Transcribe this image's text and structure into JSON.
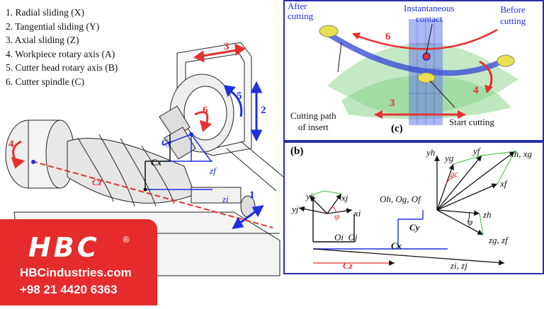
{
  "legend": [
    "1. Radial sliding (X)",
    "2. Tangential sliding (Y)",
    "3. Axial sliding (Z)",
    "4. Workpiece rotary axis (A)",
    "5. Cutter head rotary axis (B)",
    "6. Cutter spindle (C)"
  ],
  "machine_labels": {
    "n1": "1",
    "n2": "2",
    "n3": "3",
    "n4": "4",
    "n5": "5",
    "n6": "6",
    "cy": "Cy",
    "cx": "Cx",
    "cz": "Cz",
    "zf": "zf",
    "zi": "zi"
  },
  "panel_c": {
    "after_cutting": "After\ncutting",
    "instantaneous_contact": "Instantaneous\ncontact",
    "before_cutting": "Before\ncutting",
    "cutting_path": "Cutting path\nof insert",
    "start_cutting": "Start cutting",
    "tag": "(c)",
    "n3": "3",
    "n4": "4",
    "n6": "6"
  },
  "panel_b": {
    "tag": "(b)",
    "yh": "yh",
    "yg": "yg",
    "yf": "yf",
    "xhxg": "xh, xg",
    "xf": "xf",
    "phi_c": "φc",
    "phi": "φ",
    "zh": "zh",
    "zgzf": "zg, zf",
    "origins": "Oh, Og, Of",
    "cy": "Cy",
    "cx": "Cx",
    "cz": "Cz",
    "zizj": "zi, zj",
    "yi": "yi",
    "yj": "yj",
    "xj": "xj",
    "xi": "xi",
    "phi_left": "φ",
    "oi_oj": "Oi  Oj"
  },
  "brand": {
    "logo": "HBC",
    "reg": "®",
    "website": "HBCindustries.com",
    "phone": "+98 21 4420 6363"
  },
  "colors": {
    "brand_red": "#e52b2b",
    "panel_border": "#2b2fa8",
    "arrow_red": "#e53030",
    "arrow_blue": "#1e2ee0"
  }
}
